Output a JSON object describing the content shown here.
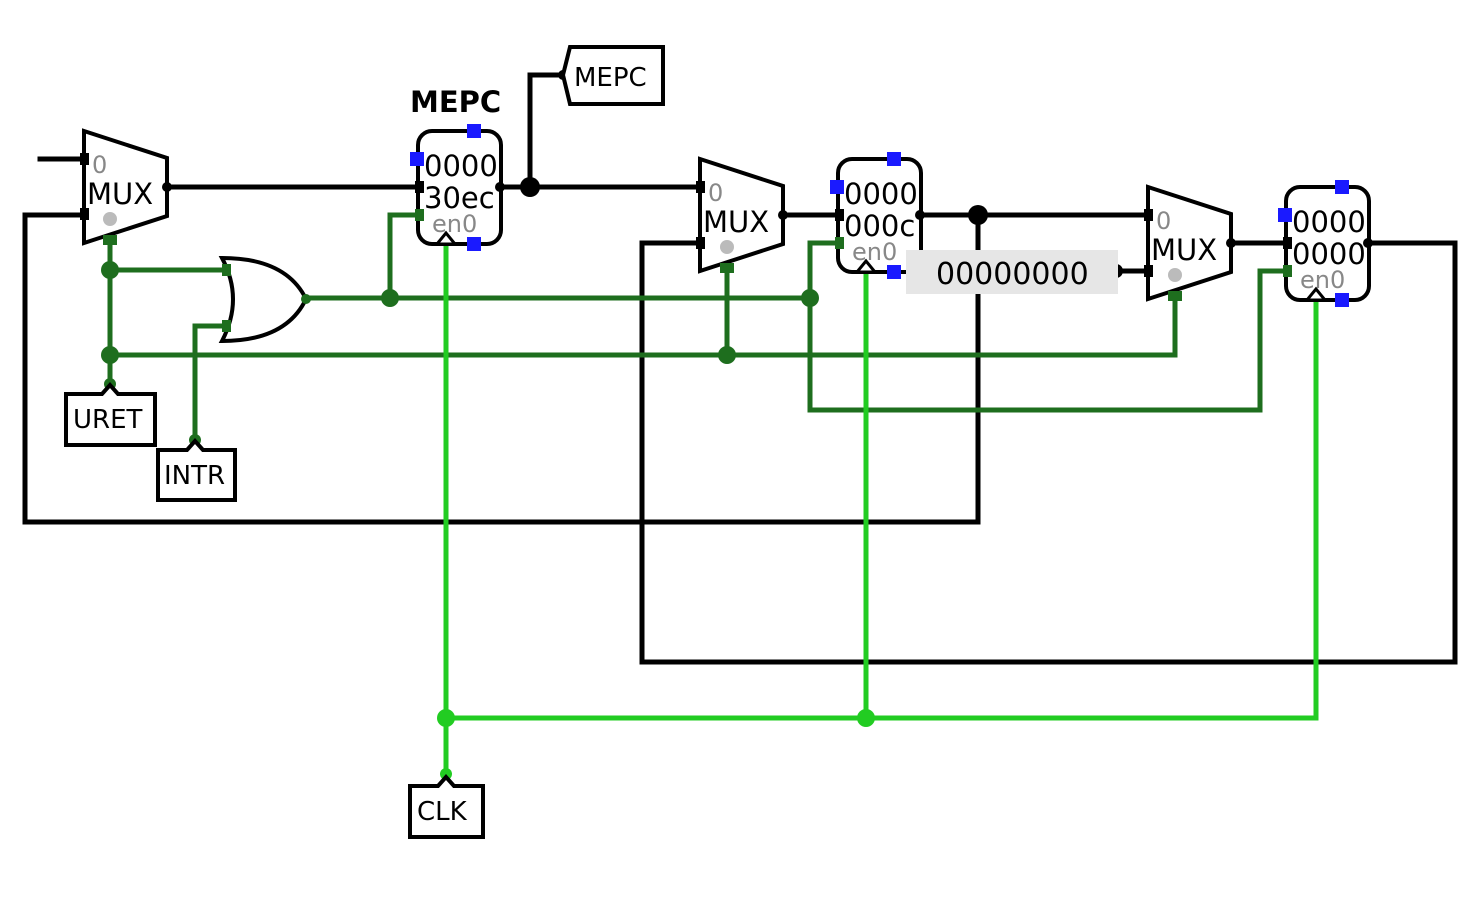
{
  "registers": {
    "title": "MEPC",
    "reg1": {
      "line1": "0000",
      "line2": "30ec",
      "enable": "en0"
    },
    "reg2": {
      "line1": "0000",
      "line2": "000c",
      "enable": "en0"
    },
    "reg3": {
      "line1": "0000",
      "line2": "0000",
      "enable": "en0"
    }
  },
  "muxes": {
    "mux1": {
      "label": "MUX",
      "select": "0"
    },
    "mux2": {
      "label": "MUX",
      "select": "0"
    },
    "mux3": {
      "label": "MUX",
      "select": "0"
    }
  },
  "pins": {
    "mepc_out": "MEPC",
    "uret": "URET",
    "intr": "INTR",
    "clk": "CLK"
  },
  "constant": {
    "value": "00000000"
  },
  "colors": {
    "wire_data": "#000000",
    "wire_signal": "#1e6e1e",
    "wire_clock": "#22cc22",
    "port": "#1a1aff",
    "constant_bg": "#e6e6e6"
  }
}
